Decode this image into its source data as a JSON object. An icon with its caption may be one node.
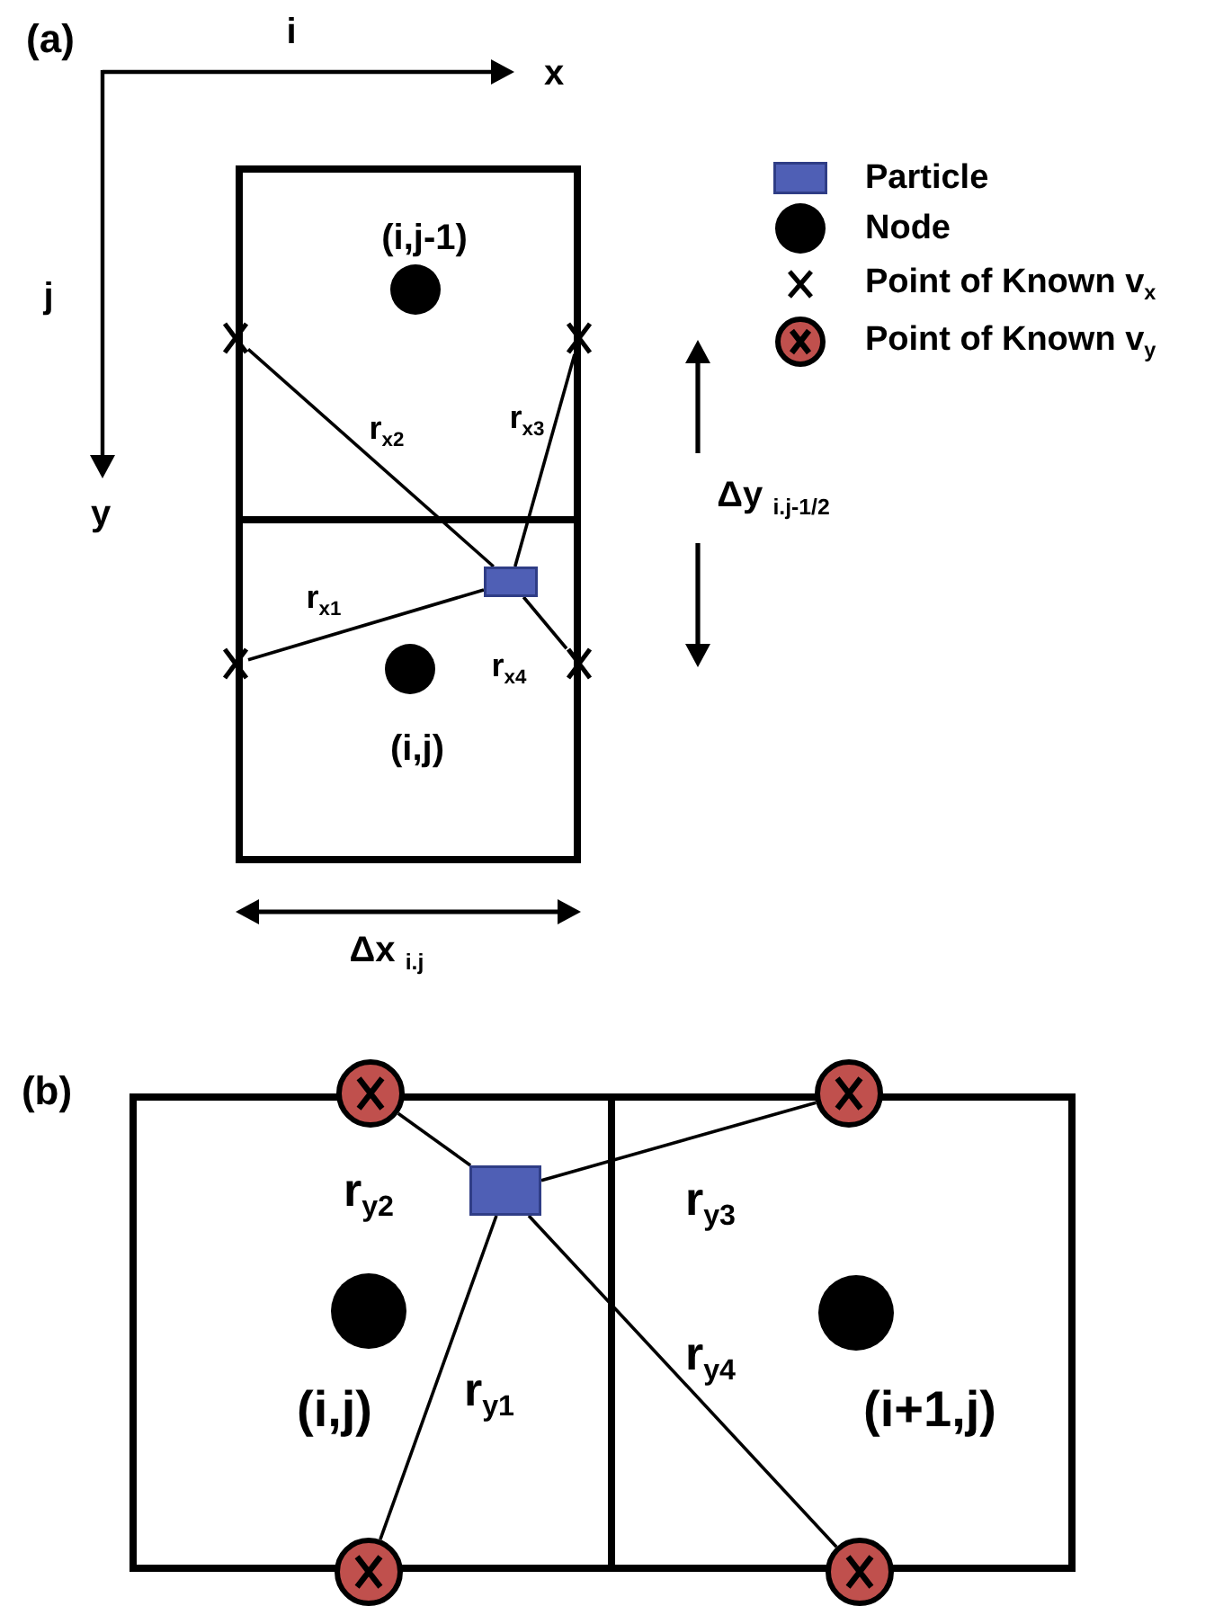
{
  "diagram": {
    "nodes": [
      {
        "text": [
          "(i,j-1)"
        ]
      },
      {
        "text": [],
        "shape": "circle",
        "in": 0
      },
      {
        "text": [],
        "shape": "cross"
      },
      {
        "text": [],
        "shape": "cross"
      },
      {
        "text": [
          "(i,j)"
        ]
      },
      {
        "text": [],
        "shape": "box",
        "in": 4
      },
      {
        "text": [],
        "shape": "cross"
      },
      {
        "text": [],
        "shape": "circle",
        "in": 4
      },
      {
        "text": [],
        "shape": "cross"
      },
      {
        "text": [
          "(i,j)"
        ]
      },
      {
        "text": [
          "(i+1,j)"
        ]
      },
      {
        "text": [],
        "shape": "circle"
      },
      {
        "text": [],
        "shape": "circle"
      },
      {
        "text": [],
        "shape": "box",
        "in": 9
      },
      {
        "text": [],
        "shape": "circle",
        "in": 9
      },
      {
        "text": [],
        "shape": "circle",
        "in": 10
      },
      {
        "text": [],
        "shape": "circle"
      },
      {
        "text": [],
        "shape": "circle"
      }
    ],
    "edges": [
      {
        "from": 5,
        "to": 6,
        "arrow": "none",
        "label": "r$_{x1}$"
      },
      {
        "from": 5,
        "to": 2,
        "arrow": "none",
        "label": "r$_{x2}$"
      },
      {
        "from": 5,
        "to": 3,
        "arrow": "none",
        "label": "r$_{x3}$"
      },
      {
        "from": 5,
        "to": 8,
        "arrow": "none",
        "label": "r$_{x4}$"
      },
      {
        "from": 13,
        "to": 16,
        "arrow": "none",
        "label": "r$_{y1}$"
      },
      {
        "from": 13,
        "to": 11,
        "arrow": "none",
        "label": "r$_{y2}$"
      },
      {
        "from": 13,
        "to": 12,
        "arrow": "none",
        "label": "r$_{y3}$"
      },
      {
        "from": 13,
        "to": 17,
        "arrow": "none",
        "label": "r$_{y4}$"
      }
    ],
    "labels": [
      "(a)",
      "i",
      "x",
      "j",
      "y",
      "Δy $_{i.j-1/2}$",
      "Δx $_{i.j}$",
      "(b)"
    ],
    "legend": [
      {
        "text": "Particle"
      },
      {
        "text": "Node"
      },
      {
        "text": "Point of Known v$_{x}$"
      },
      {
        "text": "Point of Known v$_{y}$"
      }
    ]
  }
}
